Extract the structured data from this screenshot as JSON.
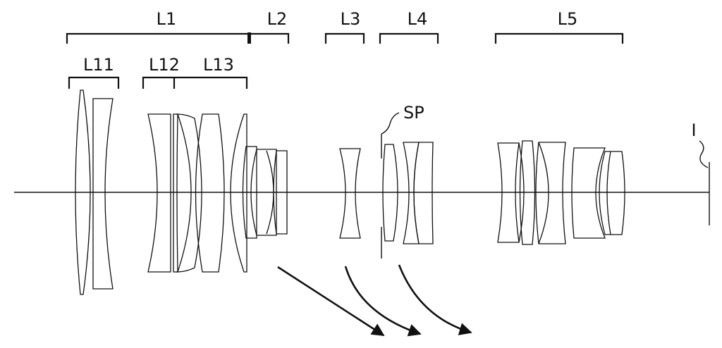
{
  "groups": {
    "L1": "L1",
    "L2": "L2",
    "L3": "L3",
    "L4": "L4",
    "L5": "L5"
  },
  "subgroups": {
    "L11": "L11",
    "L12": "L12",
    "L13": "L13"
  },
  "stop_label": "SP",
  "image_plane_label": "I"
}
